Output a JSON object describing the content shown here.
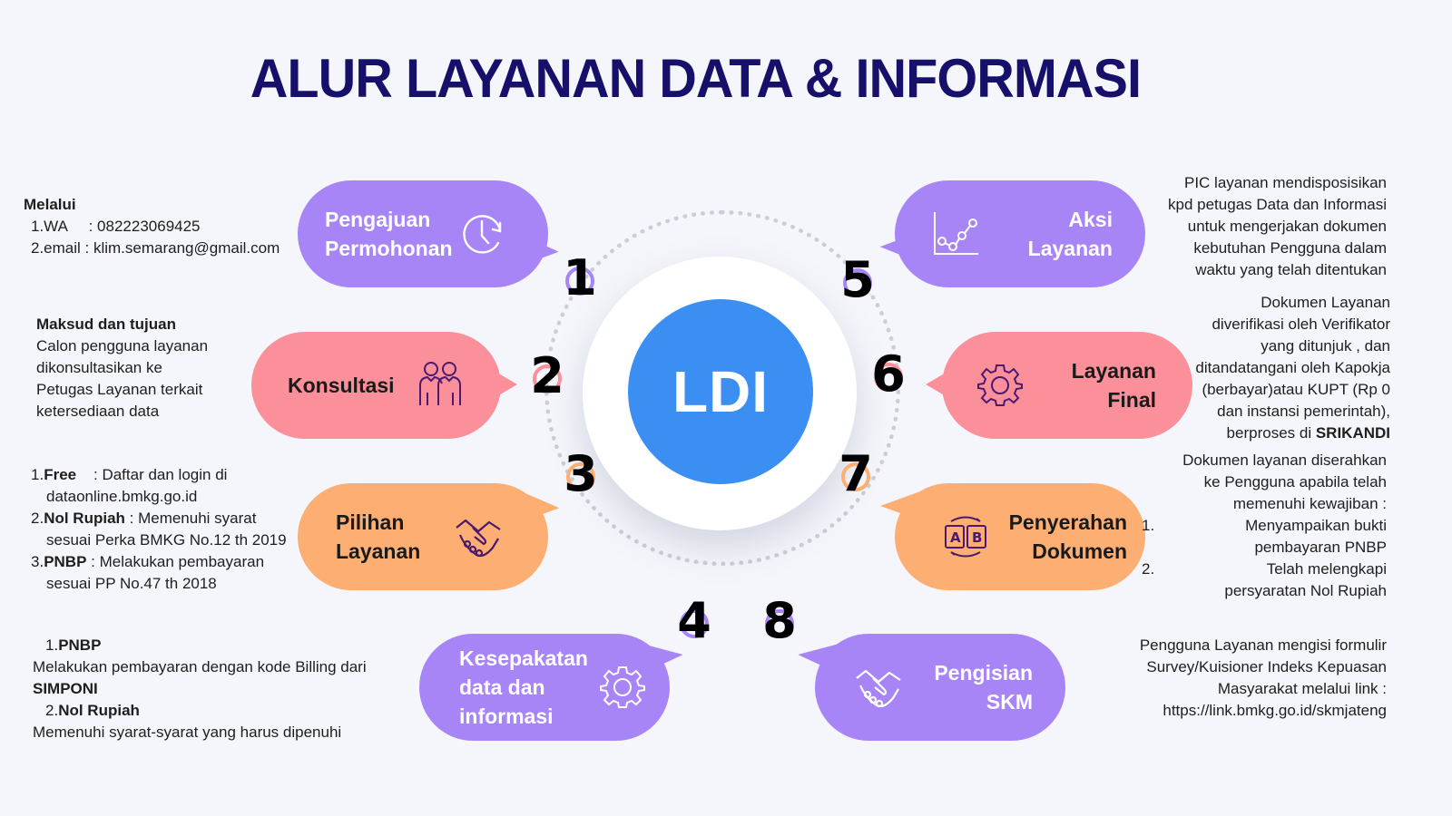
{
  "title": "ALUR LAYANAN DATA & INFORMASI",
  "center": {
    "label": "LDI",
    "color": "#3b8ff3"
  },
  "colors": {
    "purple": "#a885f7",
    "pink": "#fb8f9a",
    "orange": "#fdae72",
    "title": "#16106b"
  },
  "steps": [
    {
      "number": "1",
      "label_line1": "Pengajuan",
      "label_line2": "Permohonan",
      "icon": "clock-refresh-icon",
      "color": "purple"
    },
    {
      "number": "2",
      "label_line1": "Konsultasi",
      "label_line2": "",
      "icon": "people-icon",
      "color": "pink"
    },
    {
      "number": "3",
      "label_line1": "Pilihan",
      "label_line2": "Layanan",
      "icon": "handshake-icon",
      "color": "orange"
    },
    {
      "number": "4",
      "label_line1": "Kesepakatan",
      "label_line2": "data dan",
      "label_line3": "informasi",
      "icon": "gear-icon",
      "color": "purple"
    },
    {
      "number": "5",
      "label_line1": "Aksi",
      "label_line2": "Layanan",
      "icon": "line-chart-icon",
      "color": "purple"
    },
    {
      "number": "6",
      "label_line1": "Layanan",
      "label_line2": "Final",
      "icon": "gear-icon",
      "color": "pink"
    },
    {
      "number": "7",
      "label_line1": "Penyerahan",
      "label_line2": "Dokumen",
      "icon": "ab-swap-icon",
      "color": "orange"
    },
    {
      "number": "8",
      "label_line1": "Pengisian",
      "label_line2": "SKM",
      "icon": "handshake-icon",
      "color": "purple"
    }
  ],
  "descriptions": {
    "d1": {
      "heading": "Melalui",
      "l1": "1.WA     : 082223069425",
      "l2": "2.email : klim.semarang@gmail.com"
    },
    "d2": {
      "heading": "Maksud dan tujuan",
      "l1": "Calon pengguna layanan",
      "l2": "dikonsultasikan ke",
      "l3": "Petugas Layanan terkait",
      "l4": "ketersediaan data"
    },
    "d3": {
      "i1_num": "1.",
      "i1_bold": "Free",
      "i1_text": "    : Daftar dan login di",
      "i1_cont": "dataonline.bmkg.go.id",
      "i2_num": "2.",
      "i2_bold": "Nol Rupiah",
      "i2_text": " : Memenuhi syarat",
      "i2_cont": "sesuai Perka BMKG No.12 th 2019",
      "i3_num": "3.",
      "i3_bold": "PNBP",
      "i3_text": " : Melakukan pembayaran",
      "i3_cont": "sesuai PP No.47 th 2018"
    },
    "d4": {
      "i1_num": "1.",
      "i1_bold": "PNBP",
      "i1_text": "Melakukan pembayaran dengan kode Billing dari",
      "i1_bold2": "SIMPONI",
      "i2_num": "2.",
      "i2_bold": "Nol Rupiah",
      "i2_text": "Memenuhi syarat-syarat yang harus dipenuhi"
    },
    "d5": {
      "l1": "PIC layanan mendisposisikan",
      "l2": "kpd petugas Data dan Informasi",
      "l3": "untuk mengerjakan dokumen",
      "l4": "kebutuhan Pengguna dalam",
      "l5": "waktu yang telah ditentukan"
    },
    "d6": {
      "l1": "Dokumen Layanan",
      "l2": "diverifikasi oleh Verifikator",
      "l3": "yang ditunjuk , dan",
      "l4": "ditandatangani oleh Kapokja",
      "l5": "(berbayar)atau KUPT (Rp 0",
      "l6": "dan instansi pemerintah),",
      "l7": "berproses di ",
      "l7_bold": "SRIKANDI"
    },
    "d7": {
      "l1": "Dokumen layanan diserahkan",
      "l2": "ke Pengguna apabila telah",
      "l3": "memenuhi kewajiban :",
      "i1_num": "1.",
      "i1_text": "Menyampaikan bukti",
      "i1_cont": "pembayaran PNBP",
      "i2_num": "2.",
      "i2_text": "Telah melengkapi",
      "i2_cont": "persyaratan Nol Rupiah"
    },
    "d8": {
      "l1": "Pengguna Layanan mengisi formulir",
      "l2": "Survey/Kuisioner Indeks Kepuasan",
      "l3": "Masyarakat melalui link :",
      "l4": "https://link.bmkg.go.id/skmjateng"
    }
  }
}
